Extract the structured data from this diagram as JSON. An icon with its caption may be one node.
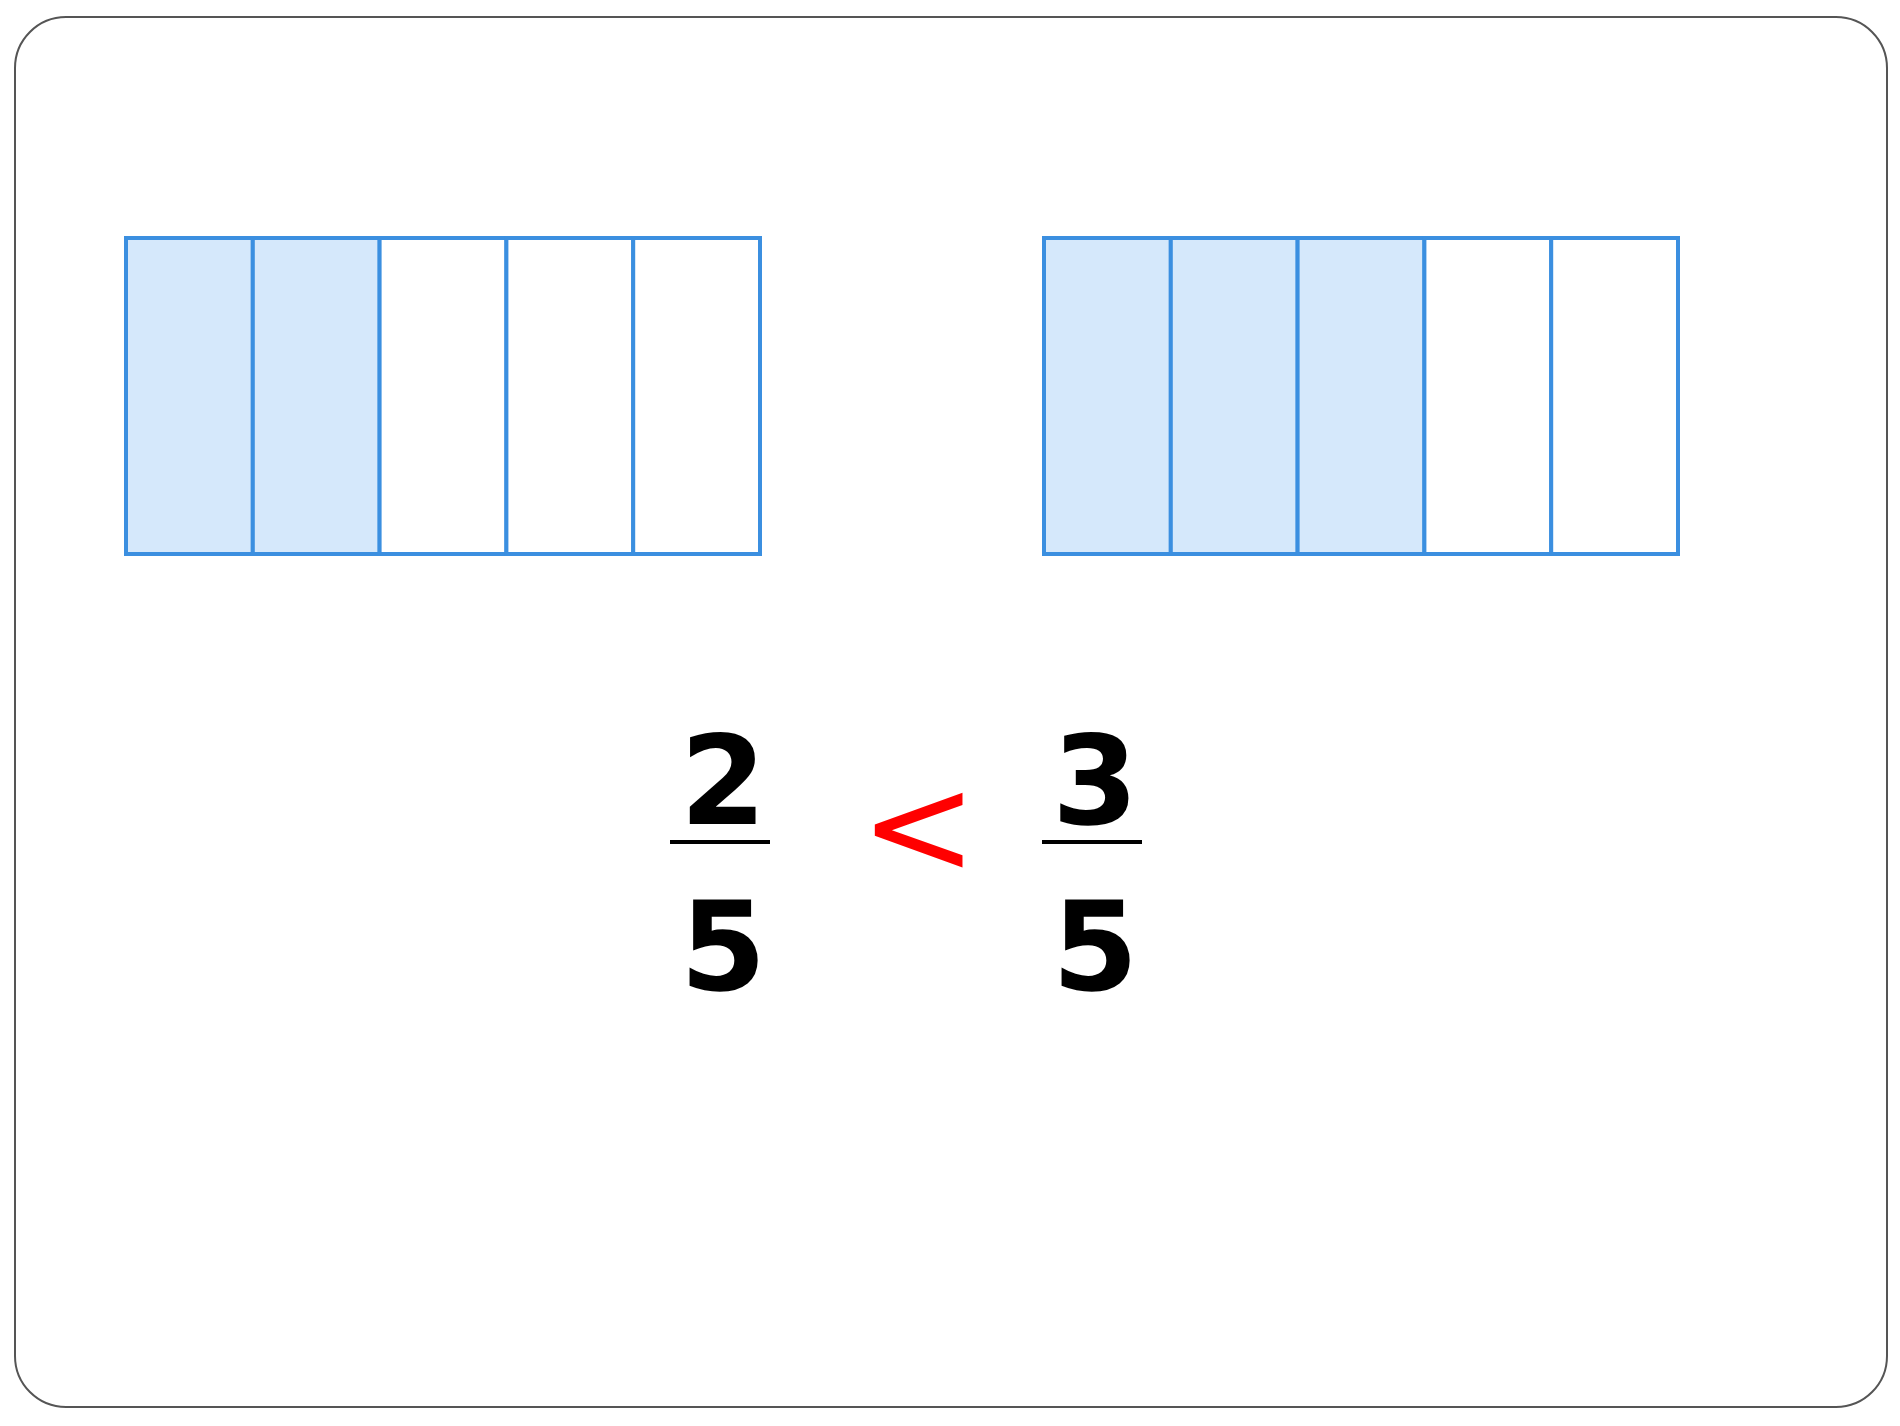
{
  "diagram": {
    "labels": [
      "2",
      "5",
      "<",
      "3",
      "5"
    ]
  }
}
